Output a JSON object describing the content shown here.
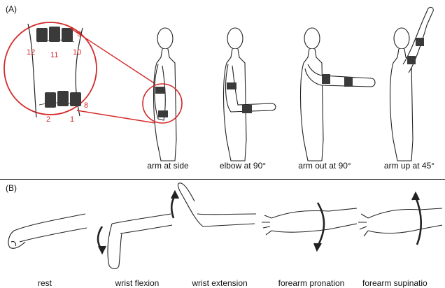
{
  "panel_a": {
    "label": "(A)",
    "sensor_numbers": [
      "9",
      "10",
      "11",
      "12",
      "1",
      "2",
      "8"
    ],
    "postures": [
      "arm at side",
      "elbow at 90°",
      "arm out at 90°",
      "arm up at 45°"
    ]
  },
  "panel_b": {
    "label": "(B)",
    "movements": [
      "rest",
      "wrist flexion",
      "wrist extension",
      "forearm pronation",
      "forearm supinatio"
    ]
  },
  "colors": {
    "highlight": "#d42a2a",
    "line": "#222222",
    "sensor": "#3a3a3a"
  }
}
